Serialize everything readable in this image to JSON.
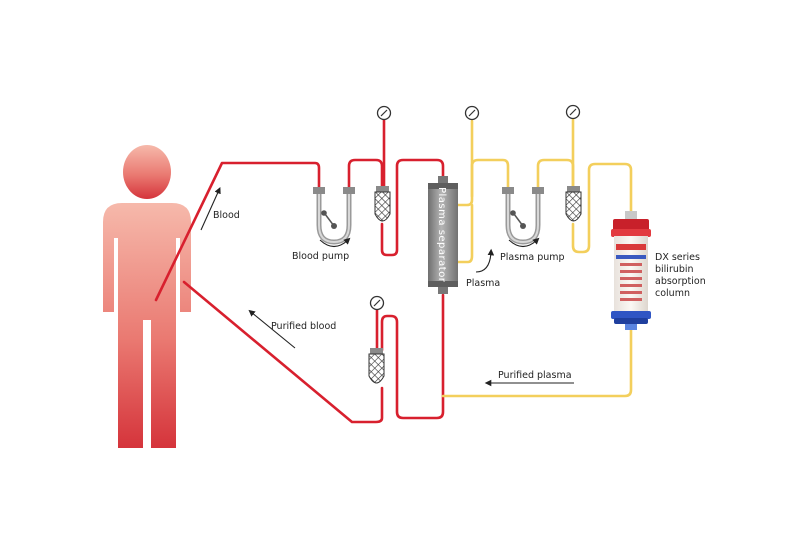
{
  "labels": {
    "blood": "Blood",
    "blood_pump": "Blood pump",
    "plasma_separator": "Plasma separator",
    "plasma": "Plasma",
    "plasma_pump": "Plasma pump",
    "purified_blood": "Purified blood",
    "purified_plasma": "Purified plasma",
    "column_line1": "DX series",
    "column_line2": "bilirubin",
    "column_line3": "absorption",
    "column_line4": "column"
  },
  "colors": {
    "blood_line": "#d8202e",
    "plasma_line": "#f3cf5c",
    "body_top": "#f6b3a6",
    "body_bottom": "#d9363c",
    "device_gray": "#8a8a8a",
    "column_red": "#c8202a",
    "column_blue": "#2b4fb0"
  }
}
